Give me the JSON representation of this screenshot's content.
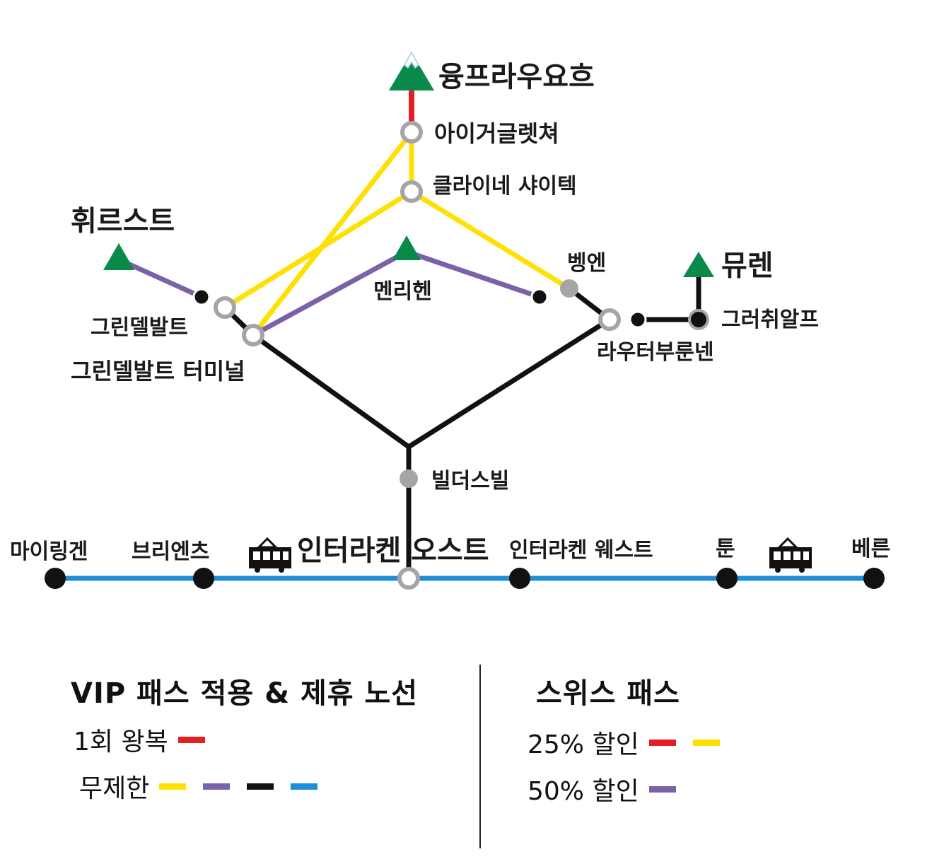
{
  "stations": {
    "jungfraujoch": "융프라우요흐",
    "eigergletscher": "아이거글렛쳐",
    "kleine_scheidegg": "클라이네 샤이텍",
    "first": "휘르스트",
    "grindelwald": "그린델발트",
    "grindelwald_terminal": "그린델발트 터미널",
    "mannlichen": "멘리헨",
    "wengen": "벵엔",
    "murren": "뮤렌",
    "grutschalp": "그러취알프",
    "lauterbrunnen": "라우터부룬넨",
    "wilderswil": "빌더스빌",
    "meiringen": "마이링겐",
    "brienz": "브리엔츠",
    "interlaken_ost": "인터라켄 오스트",
    "interlaken_west": "인터라켄 웨스트",
    "thun": "툰",
    "bern": "베른"
  },
  "icons": {
    "peak": "mountain-peak-icon",
    "summit": "snowy-mountain-icon",
    "boat": "boat-icon"
  },
  "colors": {
    "red": "#e31e24",
    "yellow": "#ffe000",
    "purple": "#7b62a8",
    "black": "#111111",
    "blue": "#1b8fd8",
    "green": "#0a8a4a",
    "grey": "#a5a5a8"
  },
  "legend": {
    "vip": {
      "title": "VIP 패스 적용 & 제휴 노선",
      "round_trip": "1회 왕복",
      "round_trip_colors": [
        "#e31e24"
      ],
      "unlimited": "무제한",
      "unlimited_colors": [
        "#ffe000",
        "#7b62a8",
        "#111111",
        "#1b8fd8"
      ]
    },
    "swiss": {
      "title": "스위스 패스",
      "discount_25": "25% 할인",
      "discount_25_colors": [
        "#e31e24",
        "#ffe000"
      ],
      "discount_50": "50% 할인",
      "discount_50_colors": [
        "#7b62a8"
      ]
    }
  }
}
